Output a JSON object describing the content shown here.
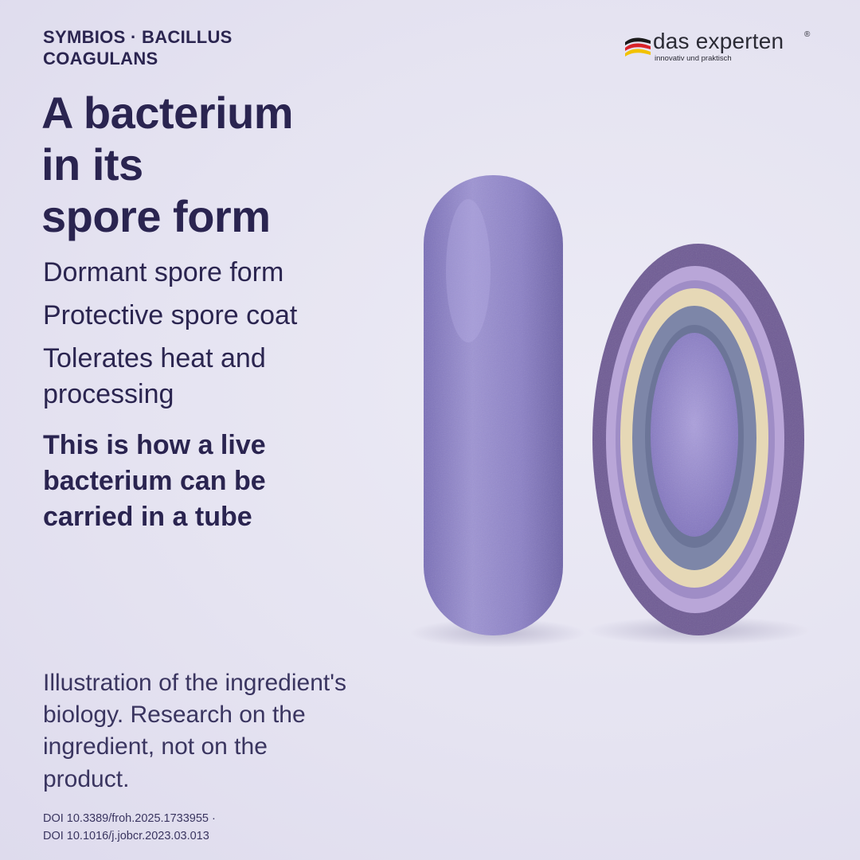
{
  "header": {
    "eyebrow": "SYMBIOS · BACILLUS\nCOAGULANS",
    "headline": "A bacterium\nin its\nspore form"
  },
  "bullets": [
    "Dormant spore form",
    "Protective spore coat",
    "Tolerates heat and\nprocessing"
  ],
  "statement": "This is how a live\nbacterium can be\ncarried in a tube",
  "caption": "Illustration of the ingredient's\nbiology. Research on the\ningredient, not on the\nproduct.",
  "references": "DOI 10.3389/froh.2025.1733955 ·\nDOI 10.1016/j.jobcr.2023.03.013",
  "logo": {
    "name": "das  experten",
    "registered": "®",
    "tagline": "innovativ und praktisch",
    "flag_colors": [
      "#1a1a1a",
      "#d8232a",
      "#f2c200"
    ]
  },
  "illustration": {
    "icon_rod": "rod-bacterium-icon",
    "icon_spore": "spore-cross-section-icon",
    "colors": {
      "rod": "#8f84c8",
      "outer_coat": "#6e5a94",
      "lilac_layer": "#b9a6d8",
      "cream_layer": "#e6d8b6",
      "slate_layer": "#7d86a8",
      "core": "#9a8ccf"
    }
  }
}
